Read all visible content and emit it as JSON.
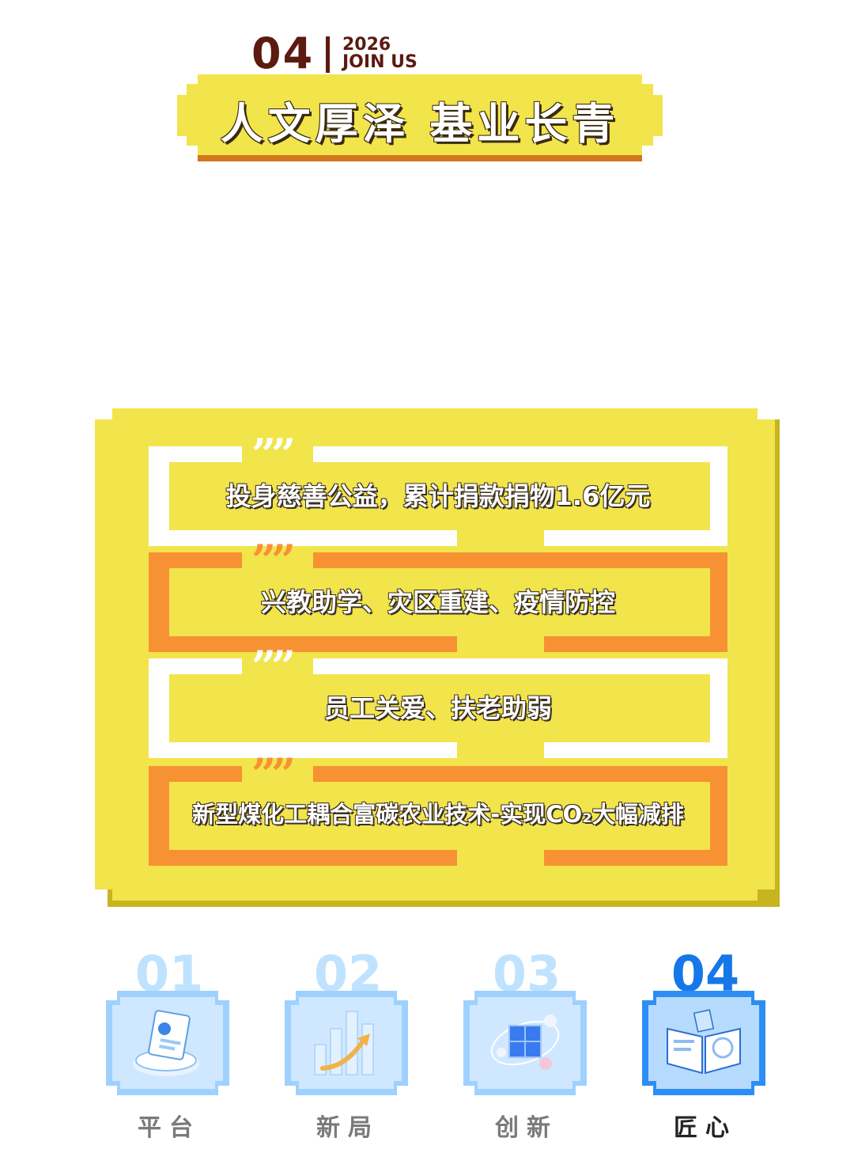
{
  "header": {
    "section_number": "04",
    "year": "2026",
    "join_text": "JOIN US",
    "title": "人文厚泽  基业长青"
  },
  "items": [
    {
      "text": "投身慈善公益，累计捐款捐物1.6亿元",
      "style": "white"
    },
    {
      "text": "兴教助学、灾区重建、疫情防控",
      "style": "orange"
    },
    {
      "text": "员工关爱、扶老助弱",
      "style": "white"
    },
    {
      "text": "新型煤化工耦合富碳农业技术-实现CO₂大幅减排",
      "style": "orange"
    }
  ],
  "quote_mark": "””",
  "nav": [
    {
      "number": "01",
      "label": "平台",
      "icon": "report-document-icon",
      "active": false
    },
    {
      "number": "02",
      "label": "新局",
      "icon": "growth-bar-chart-icon",
      "active": false
    },
    {
      "number": "03",
      "label": "创新",
      "icon": "cube-molecule-icon",
      "active": false
    },
    {
      "number": "04",
      "label": "匠心",
      "icon": "open-book-icon",
      "active": true
    }
  ],
  "colors": {
    "yellow": "#f2e44b",
    "orange": "#f79234",
    "brown": "#5c1a10",
    "nav_inactive": "#bfe3ff",
    "nav_active": "#1677e8"
  }
}
